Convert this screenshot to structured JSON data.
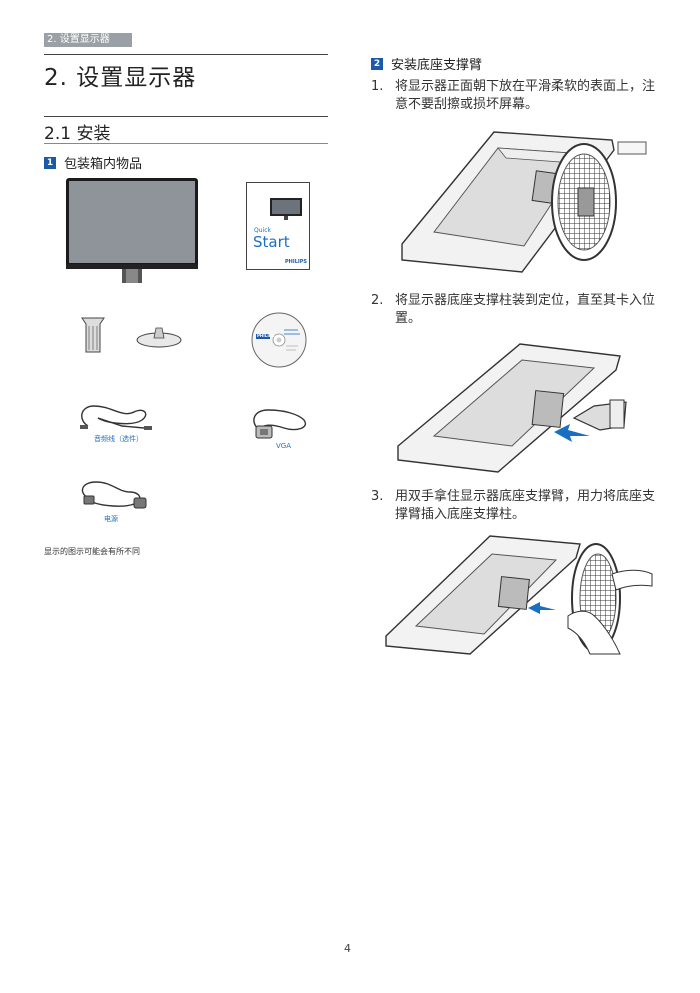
{
  "header": {
    "tab_label": "2. 设置显示器"
  },
  "chapter_title": "2.  设置显示器",
  "section_title": "2.1  安装",
  "subsection1": {
    "badge": "1",
    "title": "包装箱内物品"
  },
  "items": {
    "qsg_brand_small": "PHILIPS",
    "qsg_quick": "Quick",
    "qsg_start": "Start",
    "cd_brand": "PHILIPS",
    "cable_audio": "音频线（选件）",
    "cable_vga": "VGA",
    "cable_power": "电源"
  },
  "note": "显示的图示可能会有所不同",
  "subsection2": {
    "badge": "2",
    "title": "安装底座支撑臂"
  },
  "steps": [
    {
      "num": "1.",
      "text": "将显示器正面朝下放在平滑柔软的表面上，注意不要刮擦或损坏屏幕。"
    },
    {
      "num": "2.",
      "text": "将显示器底座支撑柱装到定位，直至其卡入位置。"
    },
    {
      "num": "3.",
      "text": "用双手拿住显示器底座支撑臂，用力将底座支撑臂插入底座支撑柱。"
    }
  ],
  "page_number": "4",
  "colors": {
    "accent": "#1b5aa8",
    "header_tab": "#9aa0a6",
    "caption": "#1b6fc2"
  }
}
